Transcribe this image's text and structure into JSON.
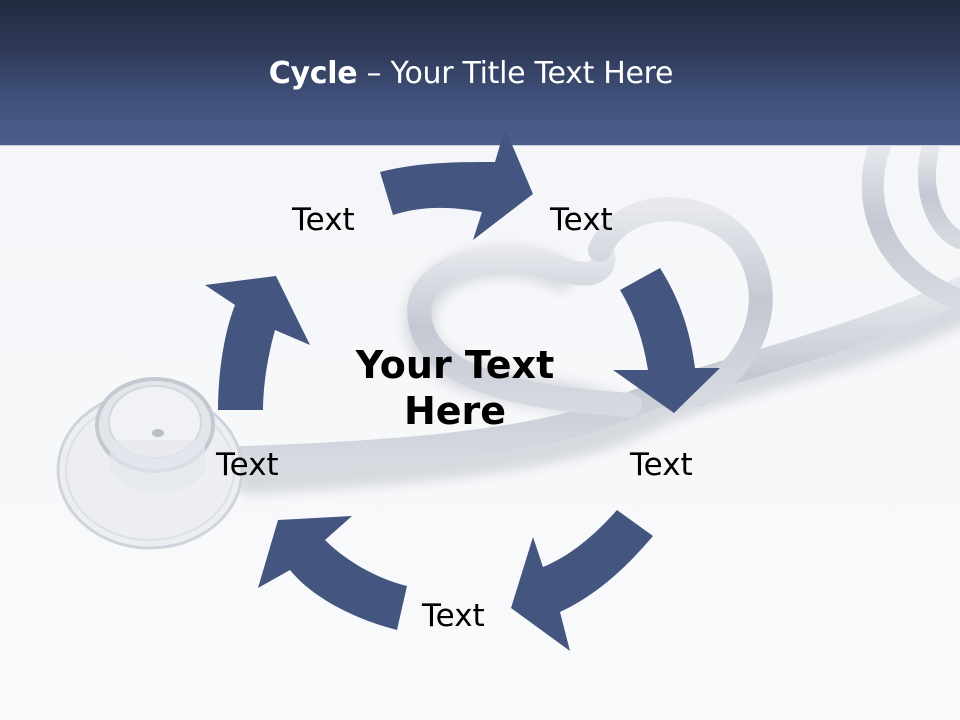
{
  "slide": {
    "title": {
      "bold_part": "Cycle",
      "separator": " – ",
      "regular_part": "Your Title Text Here"
    },
    "center": {
      "line1": "Your Text",
      "line2": "Here"
    },
    "steps": [
      {
        "label": "Text",
        "position": "top-left"
      },
      {
        "label": "Text",
        "position": "top-right"
      },
      {
        "label": "Text",
        "position": "right"
      },
      {
        "label": "Text",
        "position": "bottom"
      },
      {
        "label": "Text",
        "position": "left"
      }
    ],
    "background_image": "stethoscope-heart"
  },
  "colors": {
    "header_top": "#222a41",
    "header_bottom": "#4c5f8d",
    "arrow": "#44567f",
    "title_text": "#ffffff",
    "body_text": "#000000",
    "background": "#f6f7f9"
  }
}
